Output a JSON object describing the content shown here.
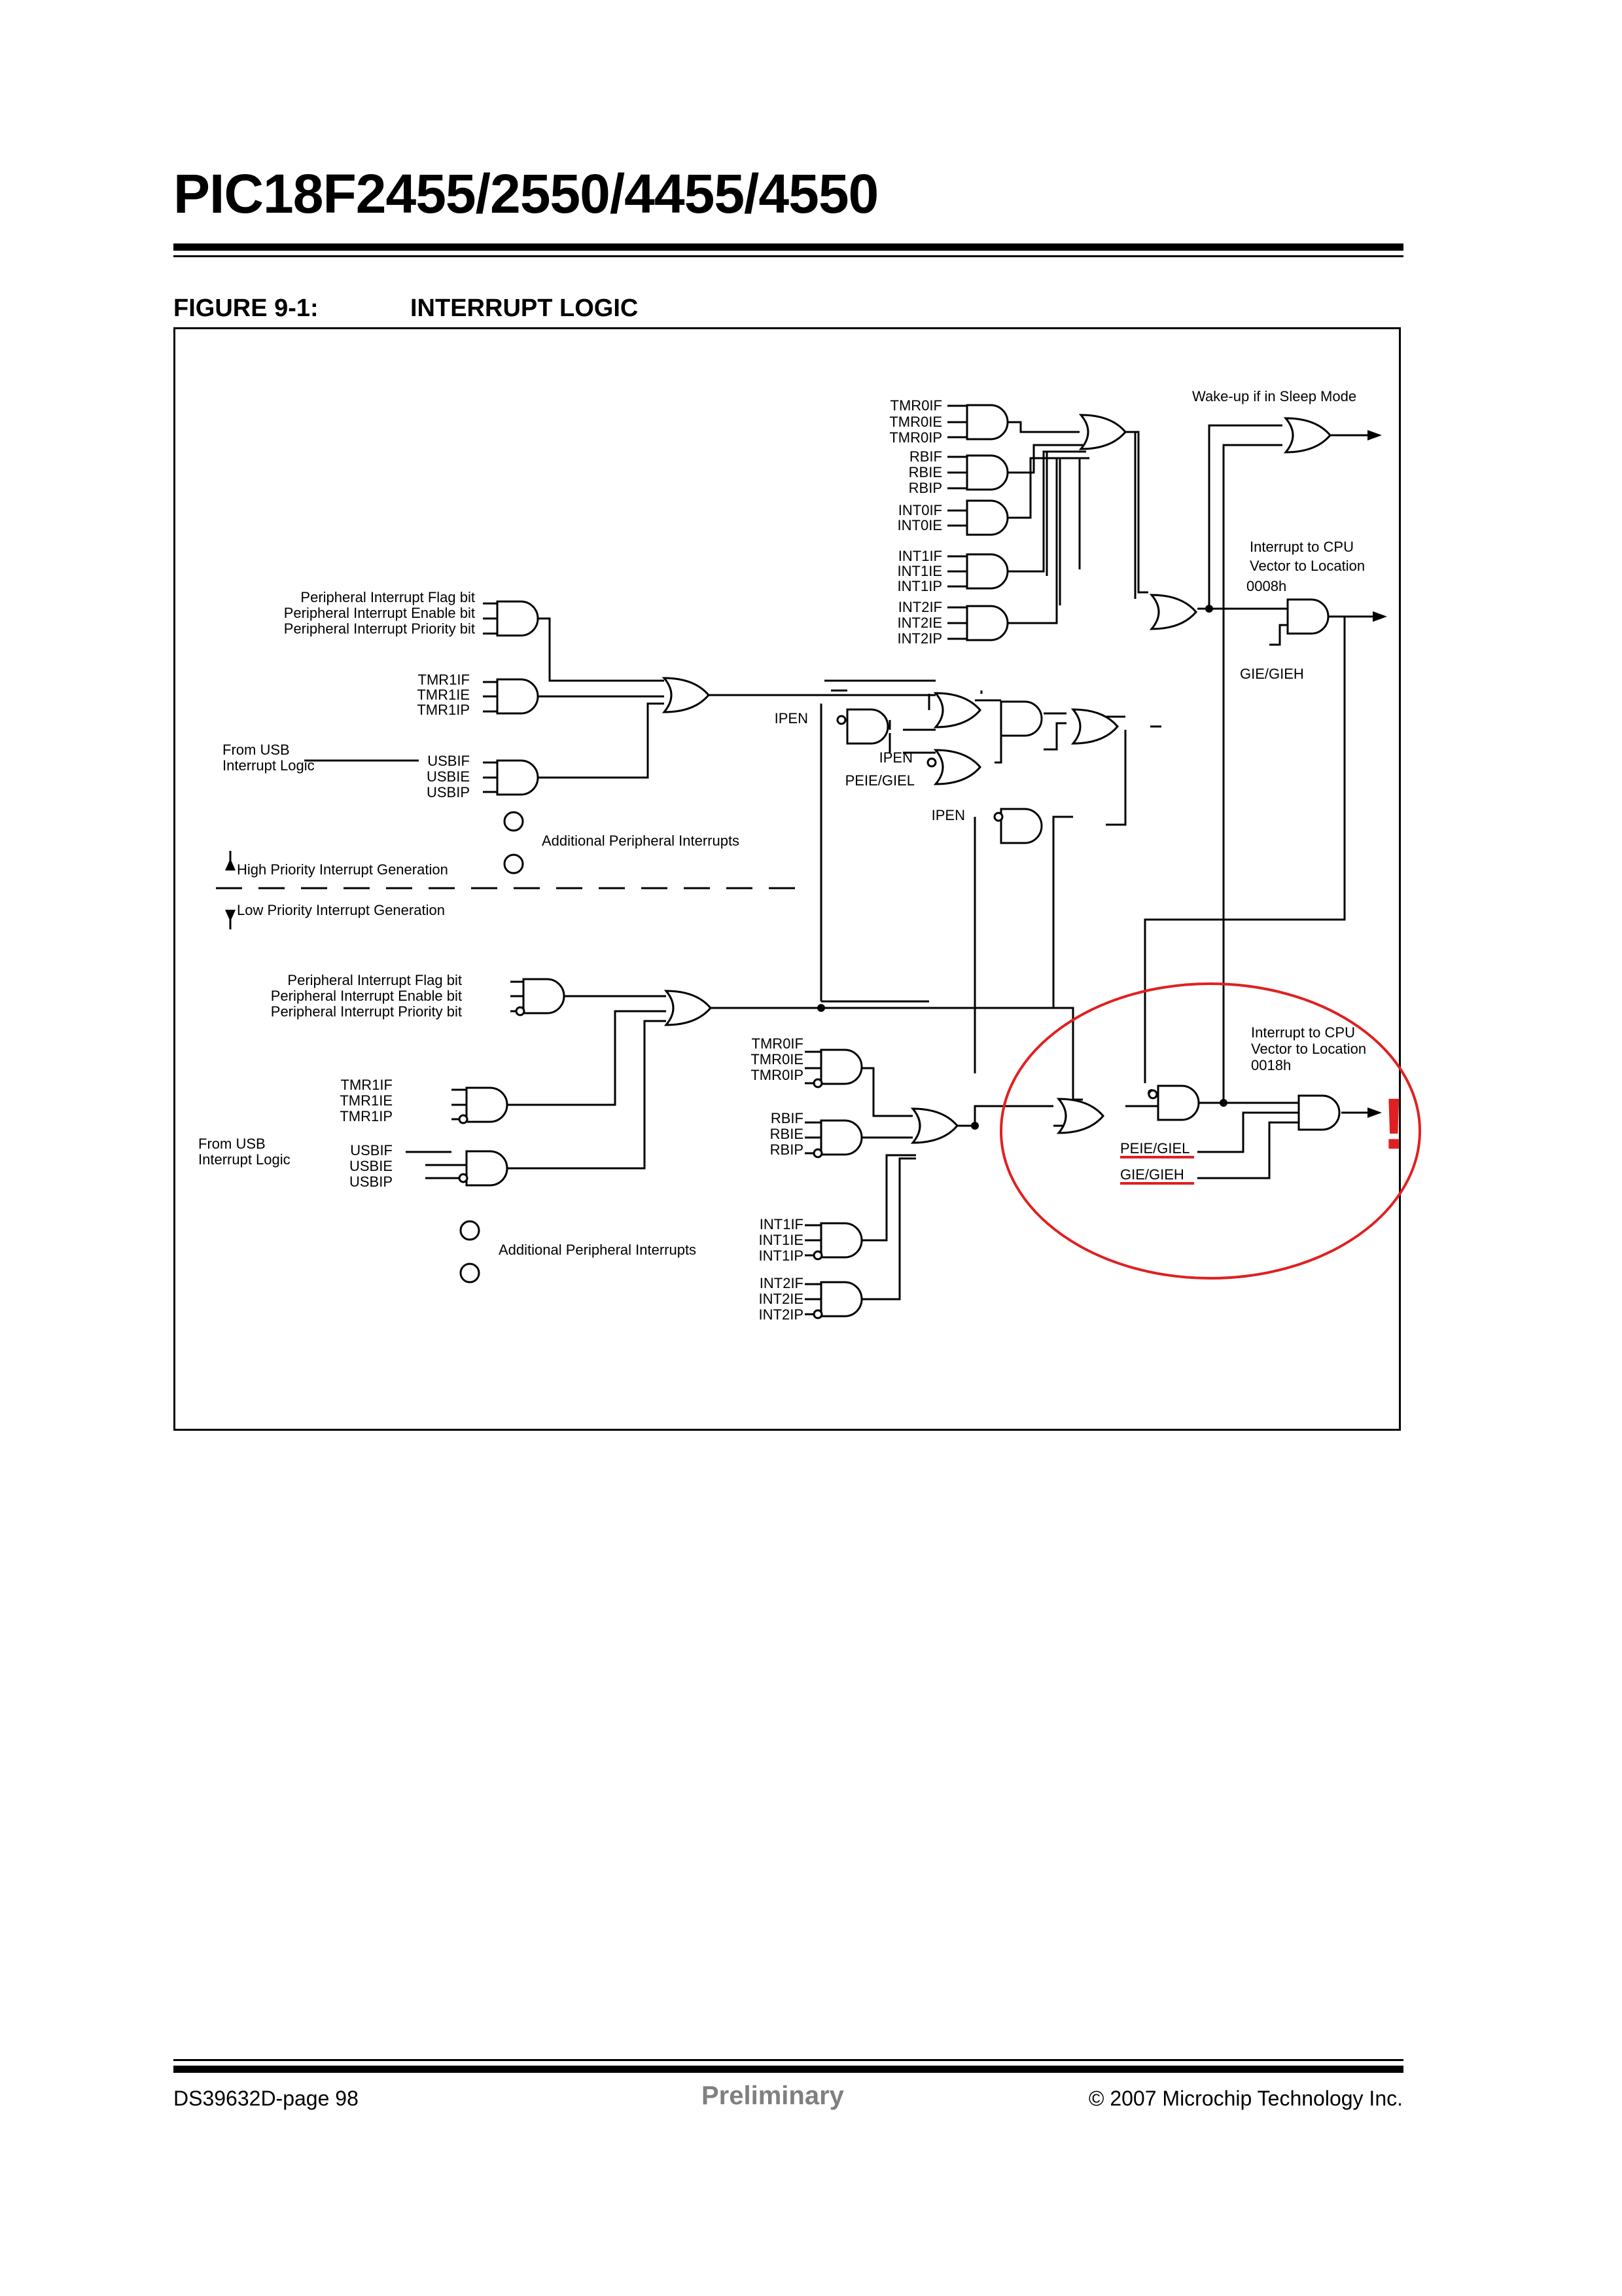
{
  "document": {
    "title": "PIC18F2455/2550/4455/4550",
    "figure_number": "FIGURE 9-1:",
    "figure_title": "INTERRUPT LOGIC"
  },
  "diagram": {
    "high": {
      "tmr0": [
        "TMR0IF",
        "TMR0IE",
        "TMR0IP"
      ],
      "rb": [
        "RBIF",
        "RBIE",
        "RBIP"
      ],
      "int0": [
        "INT0IF",
        "INT0IE"
      ],
      "int1": [
        "INT1IF",
        "INT1IE",
        "INT1IP"
      ],
      "int2": [
        "INT2IF",
        "INT2IE",
        "INT2IP"
      ],
      "periph": [
        "Peripheral Interrupt Flag bit",
        "Peripheral Interrupt Enable bit",
        "Peripheral Interrupt Priority bit"
      ],
      "tmr1": [
        "TMR1IF",
        "TMR1IE",
        "TMR1IP"
      ],
      "usb": [
        "USBIF",
        "USBIE",
        "USBIP"
      ],
      "from_usb": [
        "From USB",
        "Interrupt Logic"
      ],
      "additional": "Additional Peripheral Interrupts",
      "wakeup": "Wake-up if in Sleep Mode",
      "vector": [
        "Interrupt to CPU",
        "Vector to Location",
        "0008h"
      ],
      "gie": "GIE/GIEH",
      "ipen1": "IPEN",
      "ipen2": "IPEN",
      "ipen3": "IPEN",
      "peie": "PEIE/GIEL"
    },
    "divider": {
      "high_label": "High Priority Interrupt Generation",
      "low_label": "Low Priority Interrupt Generation"
    },
    "low": {
      "periph": [
        "Peripheral Interrupt Flag bit",
        "Peripheral Interrupt Enable bit",
        "Peripheral Interrupt Priority bit"
      ],
      "tmr1": [
        "TMR1IF",
        "TMR1IE",
        "TMR1IP"
      ],
      "usb": [
        "USBIF",
        "USBIE",
        "USBIP"
      ],
      "from_usb": [
        "From USB",
        "Interrupt Logic"
      ],
      "tmr0": [
        "TMR0IF",
        "TMR0IE",
        "TMR0IP"
      ],
      "rb": [
        "RBIF",
        "RBIE",
        "RBIP"
      ],
      "int1": [
        "INT1IF",
        "INT1IE",
        "INT1IP"
      ],
      "int2": [
        "INT2IF",
        "INT2IE",
        "INT2IP"
      ],
      "additional": "Additional Peripheral Interrupts",
      "vector": [
        "Interrupt to CPU",
        "Vector to Location",
        "0018h"
      ],
      "peie": "PEIE/GIEL",
      "gie": "GIE/GIEH"
    },
    "annotation_mark": "!",
    "annotation_color": "#e02020"
  },
  "footer": {
    "left": "DS39632D-page 98",
    "center": "Preliminary",
    "right": "© 2007 Microchip Technology Inc."
  }
}
